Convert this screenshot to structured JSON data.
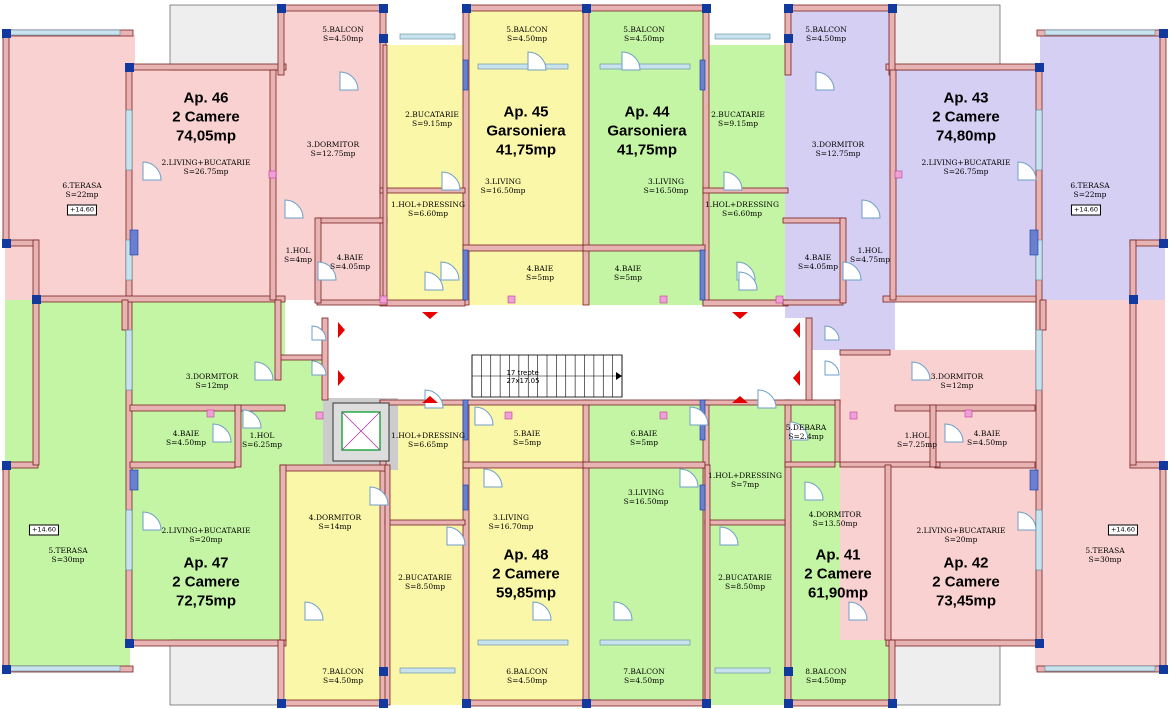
{
  "colors": {
    "pink": "#f9d1d1",
    "yellow": "#fbf7a8",
    "green": "#c4f5a4",
    "lavender": "#d4cff3",
    "wall_fill": "#e7b3b3",
    "wall_dark": "#7a2020",
    "window": "#c9e3ee",
    "column": "#123a9e",
    "door": "#6f9fc8",
    "arrow": "#e60000"
  },
  "apartments": [
    {
      "id": "a46",
      "name": "Ap. 46",
      "type": "2 Camere",
      "area": "74,05mp"
    },
    {
      "id": "a45",
      "name": "Ap. 45",
      "type": "Garsoniera",
      "area": "41,75mp"
    },
    {
      "id": "a44",
      "name": "Ap. 44",
      "type": "Garsoniera",
      "area": "41,75mp"
    },
    {
      "id": "a43",
      "name": "Ap. 43",
      "type": "2 Camere",
      "area": "74,80mp"
    },
    {
      "id": "a47",
      "name": "Ap. 47",
      "type": "2 Camere",
      "area": "72,75mp"
    },
    {
      "id": "a48",
      "name": "Ap. 48",
      "type": "2 Camere",
      "area": "59,85mp"
    },
    {
      "id": "a41",
      "name": "Ap. 41",
      "type": "2 Camere",
      "area": "61,90mp"
    },
    {
      "id": "a42",
      "name": "Ap. 42",
      "type": "2 Camere",
      "area": "73,45mp"
    }
  ],
  "rooms": [
    {
      "name": "5.BALCON",
      "area": "S=4.50mp"
    },
    {
      "name": "5.BALCON",
      "area": "S=4.50mp"
    },
    {
      "name": "5.BALCON",
      "area": "S=4.50mp"
    },
    {
      "name": "5.BALCON",
      "area": "S=4.50mp"
    },
    {
      "name": "6.TERASA",
      "area": "S=22mp"
    },
    {
      "name": "2.LIVING+BUCATARIE",
      "area": "S=26.75mp"
    },
    {
      "name": "3.DORMITOR",
      "area": "S=12.75mp"
    },
    {
      "name": "1.HOL",
      "area": "S=4mp"
    },
    {
      "name": "4.BAIE",
      "area": "S=4.05mp"
    },
    {
      "name": "2.BUCATARIE",
      "area": "S=9.15mp"
    },
    {
      "name": "1.HOL+DRESSING",
      "area": "S=6.60mp"
    },
    {
      "name": "3.LIVING",
      "area": "S=16.50mp"
    },
    {
      "name": "4.BAIE",
      "area": "S=5mp"
    },
    {
      "name": "3.LIVING",
      "area": "S=16.50mp"
    },
    {
      "name": "4.BAIE",
      "area": "S=5mp"
    },
    {
      "name": "2.BUCATARIE",
      "area": "S=9.15mp"
    },
    {
      "name": "1.HOL+DRESSING",
      "area": "S=6.60mp"
    },
    {
      "name": "3.DORMITOR",
      "area": "S=12.75mp"
    },
    {
      "name": "4.BAIE",
      "area": "S=4.05mp"
    },
    {
      "name": "1.HOL",
      "area": "S=4.75mp"
    },
    {
      "name": "2.LIVING+BUCATARIE",
      "area": "S=26.75mp"
    },
    {
      "name": "6.TERASA",
      "area": "S=22mp"
    },
    {
      "name": "3.DORMITOR",
      "area": "S=12mp"
    },
    {
      "name": "4.BAIE",
      "area": "S=4.50mp"
    },
    {
      "name": "1.HOL",
      "area": "S=6.25mp"
    },
    {
      "name": "2.LIVING+BUCATARIE",
      "area": "S=20mp"
    },
    {
      "name": "5.TERASA",
      "area": "S=30mp"
    },
    {
      "name": "4.DORMITOR",
      "area": "S=14mp"
    },
    {
      "name": "1.HOL+DRESSING",
      "area": "S=6.65mp"
    },
    {
      "name": "2.BUCATARIE",
      "area": "S=8.50mp"
    },
    {
      "name": "5.BAIE",
      "area": "S=5mp"
    },
    {
      "name": "3.LIVING",
      "area": "S=16.70mp"
    },
    {
      "name": "6.BAIE",
      "area": "S=5mp"
    },
    {
      "name": "3.LIVING",
      "area": "S=16.50mp"
    },
    {
      "name": "1.HOL+DRESSING",
      "area": "S=7mp"
    },
    {
      "name": "2.BUCATARIE",
      "area": "S=8.50mp"
    },
    {
      "name": "5.DEBARA",
      "area": "S=2.4mp"
    },
    {
      "name": "4.DORMITOR",
      "area": "S=13.50mp"
    },
    {
      "name": "3.DORMITOR",
      "area": "S=12mp"
    },
    {
      "name": "1.HOL",
      "area": "S=7.25mp"
    },
    {
      "name": "4.BAIE",
      "area": "S=4.50mp"
    },
    {
      "name": "2.LIVING+BUCATARIE",
      "area": "S=20mp"
    },
    {
      "name": "5.TERASA",
      "area": "S=30mp"
    },
    {
      "name": "7.BALCON",
      "area": "S=4.50mp"
    },
    {
      "name": "6.BALCON",
      "area": "S=4.50mp"
    },
    {
      "name": "7.BALCON",
      "area": "S=4.50mp"
    },
    {
      "name": "8.BALCON",
      "area": "S=4.50mp"
    }
  ],
  "elevations": [
    "+14.60",
    "+14.60",
    "+14.60",
    "+14.60"
  ],
  "stair": {
    "line1": "17 trepte",
    "line2": "27x17.05"
  }
}
